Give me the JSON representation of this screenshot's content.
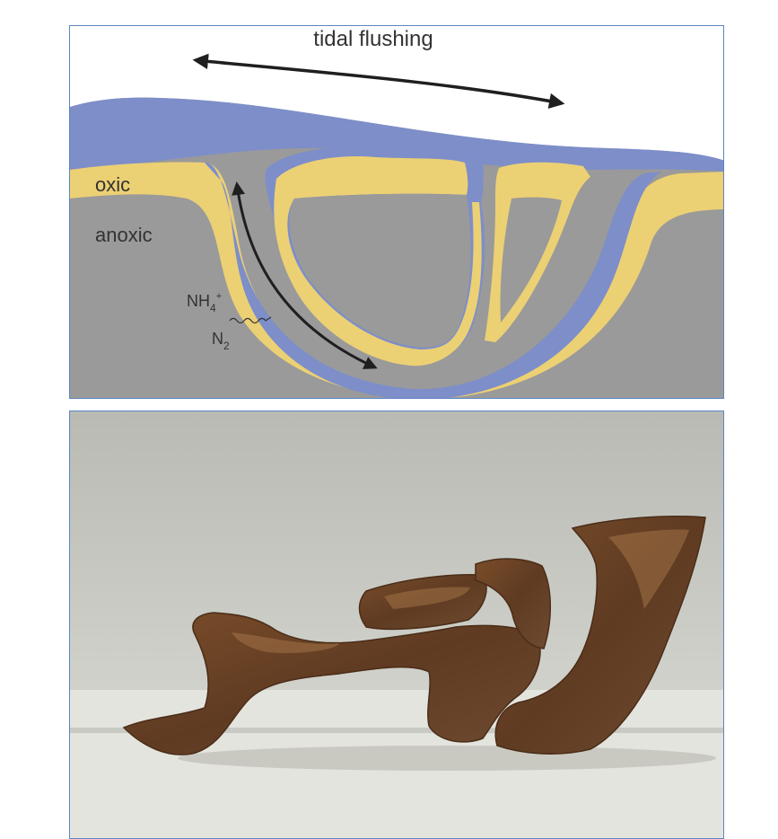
{
  "diagram": {
    "title": "tidal flushing",
    "layer_top": "oxic",
    "layer_bottom": "anoxic",
    "nh4_main": "NH",
    "nh4_sub": "4",
    "nh4_sup": "+",
    "n2_main": "N",
    "n2_sub": "2",
    "colors": {
      "water": "#7d8ec9",
      "oxic": "#ecd074",
      "anoxic": "#9a9a9a",
      "border": "#5b86c4",
      "arrow": "#1f1f1f"
    }
  },
  "photo": {
    "subject": "burrow cast",
    "colors": {
      "background": "#c8c8c0",
      "surface": "#e6e6e0",
      "cast": "#6b4326"
    }
  }
}
